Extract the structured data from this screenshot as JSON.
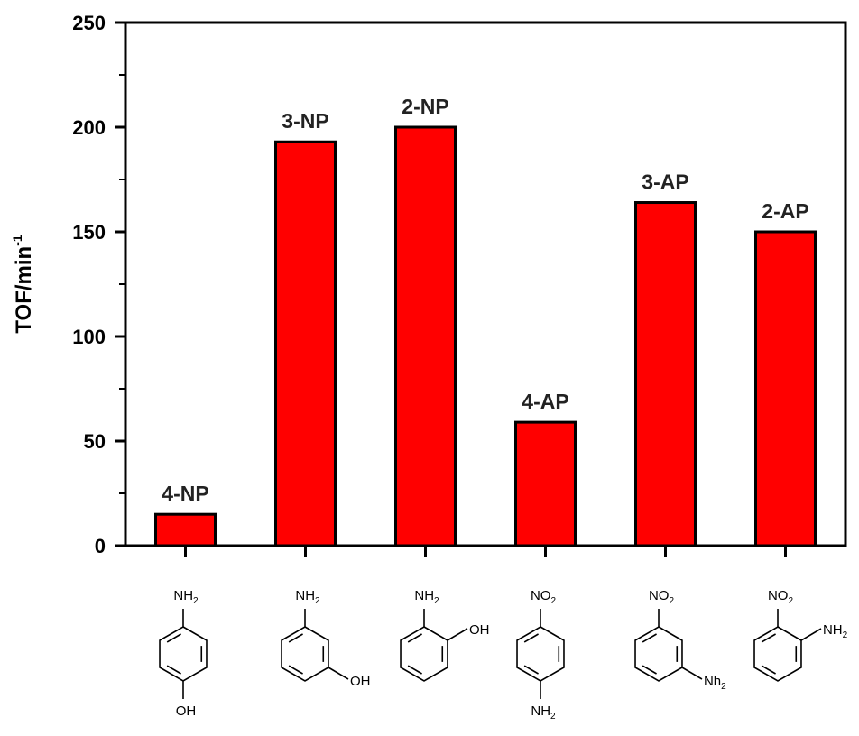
{
  "chart_data": {
    "type": "bar",
    "categories": [
      "4-NP",
      "3-NP",
      "2-NP",
      "4-AP",
      "3-AP",
      "2-AP"
    ],
    "values": [
      15,
      193,
      200,
      59,
      164,
      150
    ],
    "ylabel": "TOF/min",
    "ylabel_sup": "-1",
    "ylim": [
      0,
      250
    ],
    "yticks": [
      0,
      50,
      100,
      150,
      200,
      250
    ],
    "grid": false,
    "bar_color": "#ff0000",
    "edge_color": "#000000"
  },
  "structures": [
    {
      "top_main": "NH",
      "top_sub": "2",
      "sub_main": "OH",
      "sub_sub": "",
      "position": "para"
    },
    {
      "top_main": "NH",
      "top_sub": "2",
      "sub_main": "OH",
      "sub_sub": "",
      "position": "meta"
    },
    {
      "top_main": "NH",
      "top_sub": "2",
      "sub_main": "OH",
      "sub_sub": "",
      "position": "ortho"
    },
    {
      "top_main": "NO",
      "top_sub": "2",
      "sub_main": "NH",
      "sub_sub": "2",
      "position": "para"
    },
    {
      "top_main": "NO",
      "top_sub": "2",
      "sub_main": "Nh",
      "sub_sub": "2",
      "position": "meta"
    },
    {
      "top_main": "NO",
      "top_sub": "2",
      "sub_main": "NH",
      "sub_sub": "2",
      "position": "ortho"
    }
  ]
}
